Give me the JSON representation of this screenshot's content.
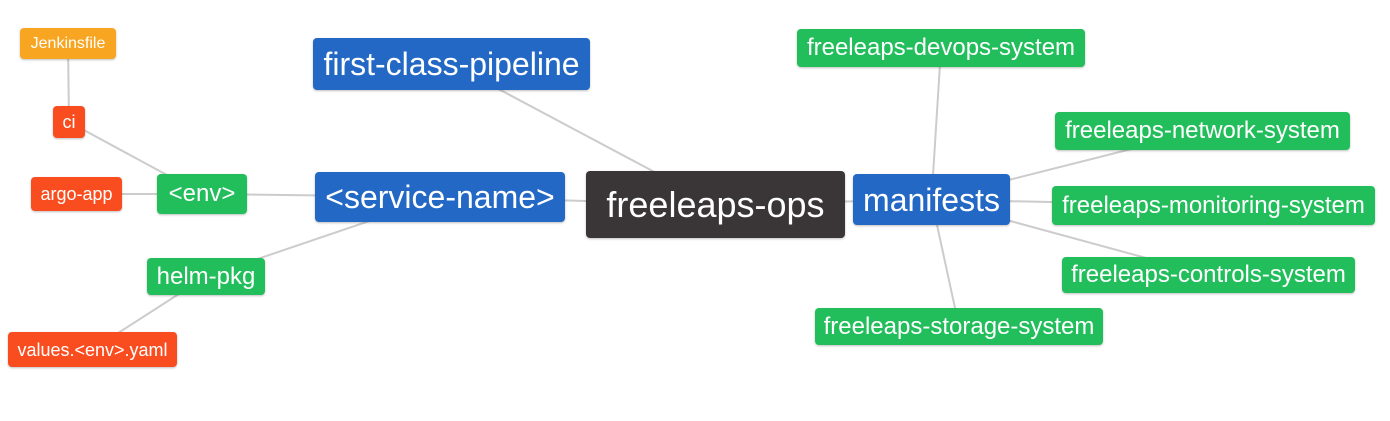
{
  "diagram": {
    "type": "mindmap",
    "background": "#ffffff",
    "edge_color": "#cccccc",
    "palette": {
      "root_dark": "#3a3637",
      "branch_blue": "#2268c4",
      "leaf_green": "#23be5c",
      "leaf_red": "#fa4d1f",
      "leaf_amber": "#f8a521",
      "node_text": "#ffffff"
    },
    "nodes": {
      "freeleaps-ops": {
        "label": "freeleaps-ops",
        "role": "root"
      },
      "first-class-pipeline": {
        "label": "first-class-pipeline",
        "role": "branch"
      },
      "service-name": {
        "label": "<service-name>",
        "role": "branch"
      },
      "manifests": {
        "label": "manifests",
        "role": "branch"
      },
      "env": {
        "label": "<env>",
        "role": "child"
      },
      "helm-pkg": {
        "label": "helm-pkg",
        "role": "child"
      },
      "ci": {
        "label": "ci",
        "role": "leaf"
      },
      "argo-app": {
        "label": "argo-app",
        "role": "leaf"
      },
      "values-env-yaml": {
        "label": "values.<env>.yaml",
        "role": "leaf"
      },
      "jenkinsfile": {
        "label": "Jenkinsfile",
        "role": "leaf"
      },
      "freeleaps-devops-system": {
        "label": "freeleaps-devops-system",
        "role": "child"
      },
      "freeleaps-network-system": {
        "label": "freeleaps-network-system",
        "role": "child"
      },
      "freeleaps-monitoring-system": {
        "label": "freeleaps-monitoring-system",
        "role": "child"
      },
      "freeleaps-controls-system": {
        "label": "freeleaps-controls-system",
        "role": "child"
      },
      "freeleaps-storage-system": {
        "label": "freeleaps-storage-system",
        "role": "child"
      }
    },
    "edges": [
      {
        "from": "jenkinsfile",
        "to": "ci"
      },
      {
        "from": "ci",
        "to": "env"
      },
      {
        "from": "argo-app",
        "to": "env"
      },
      {
        "from": "env",
        "to": "service-name"
      },
      {
        "from": "helm-pkg",
        "to": "service-name"
      },
      {
        "from": "values-env-yaml",
        "to": "helm-pkg"
      },
      {
        "from": "first-class-pipeline",
        "to": "freeleaps-ops"
      },
      {
        "from": "service-name",
        "to": "freeleaps-ops"
      },
      {
        "from": "manifests",
        "to": "freeleaps-ops"
      },
      {
        "from": "manifests",
        "to": "freeleaps-devops-system"
      },
      {
        "from": "manifests",
        "to": "freeleaps-network-system"
      },
      {
        "from": "manifests",
        "to": "freeleaps-monitoring-system"
      },
      {
        "from": "manifests",
        "to": "freeleaps-controls-system"
      },
      {
        "from": "manifests",
        "to": "freeleaps-storage-system"
      }
    ]
  }
}
